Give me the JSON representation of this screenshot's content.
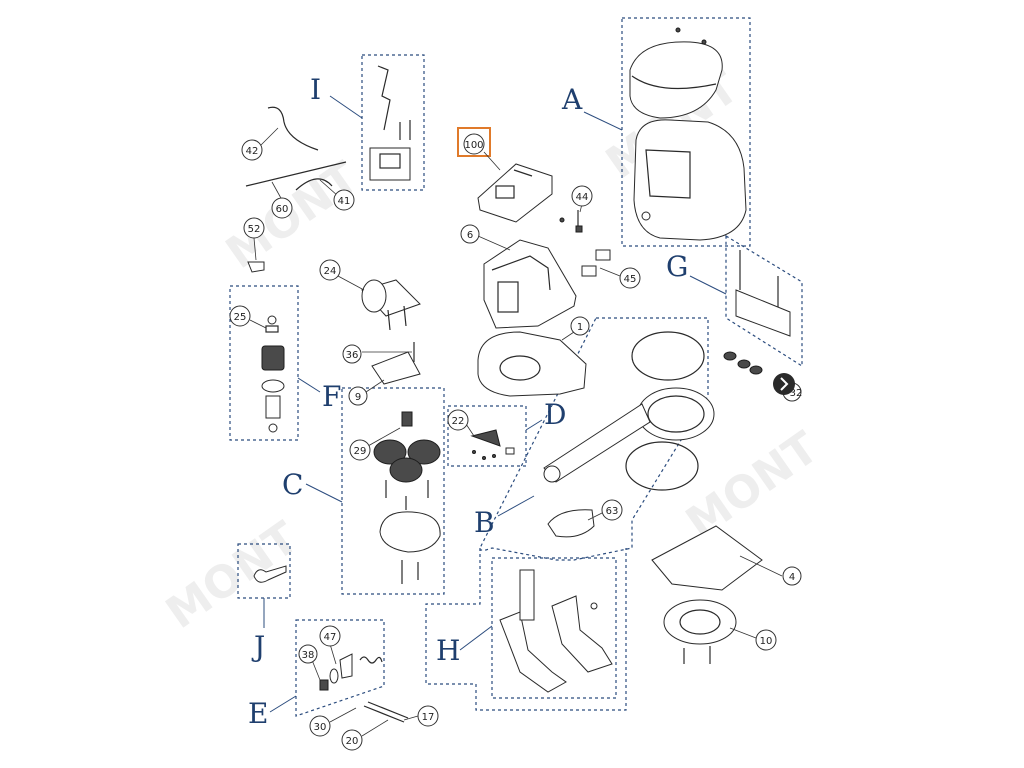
{
  "groups": [
    "A",
    "B",
    "C",
    "D",
    "E",
    "F",
    "G",
    "H",
    "I",
    "J"
  ],
  "callouts": [
    "1",
    "4",
    "6",
    "9",
    "10",
    "17",
    "20",
    "22",
    "24",
    "25",
    "29",
    "30",
    "36",
    "38",
    "41",
    "42",
    "44",
    "45",
    "47",
    "52",
    "60",
    "63",
    "32",
    "100"
  ],
  "highlighted_callout": "100",
  "watermark": "MONT",
  "colors": {
    "group_blue": "#1f3f6e",
    "highlight_orange": "#e07a2a",
    "dashed_box": "#2b4c7e"
  },
  "icons": {
    "next": "chevron-right-icon"
  }
}
